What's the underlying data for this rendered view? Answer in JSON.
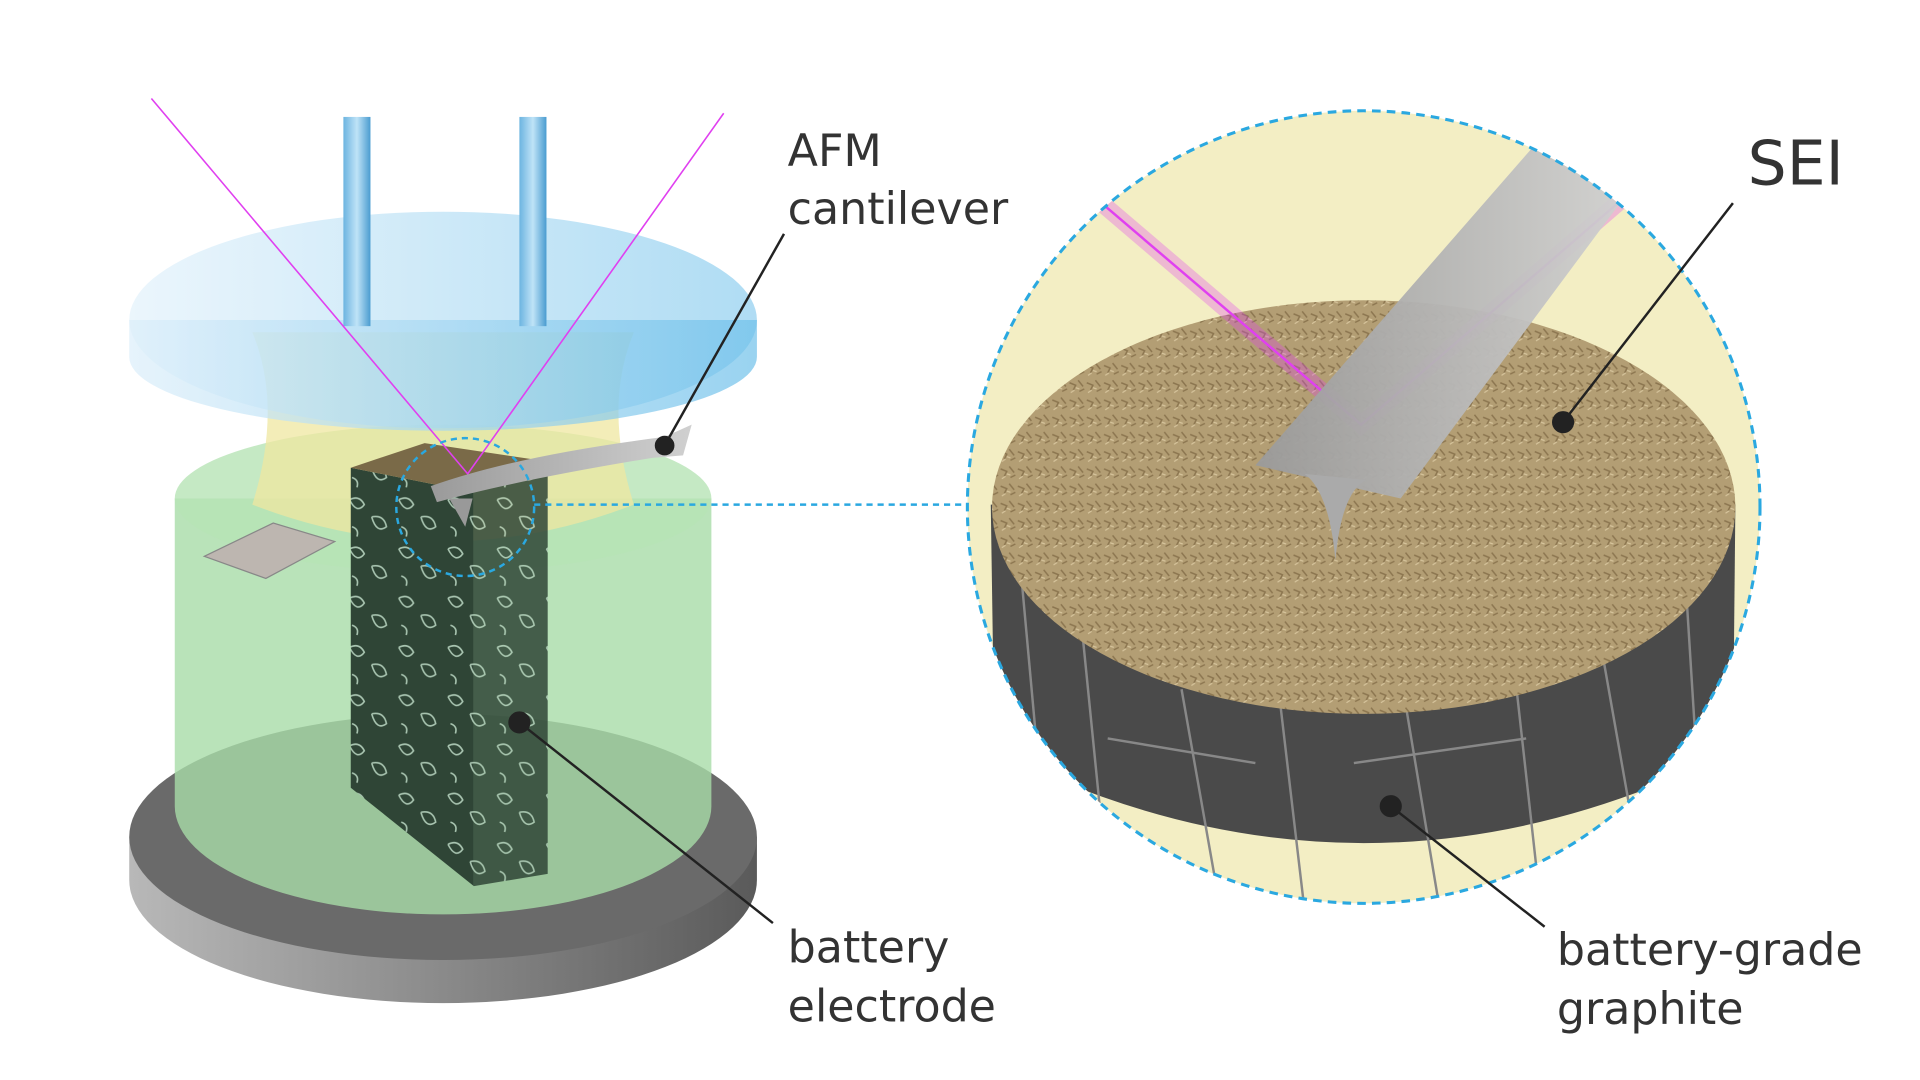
{
  "labels": {
    "afm_line1": "AFM",
    "afm_line2": "cantilever",
    "sei": "SEI",
    "electrode_line1": "battery",
    "electrode_line2": "electrode",
    "graphite_line1": "battery-grade",
    "graphite_line2": "graphite"
  },
  "colors": {
    "laser": "#e040f0",
    "zoom_outline": "#2aa8e0",
    "electrolyte": "#a8dca8",
    "sei_surface": "#b09a70",
    "lid": "#8cc8ec"
  }
}
